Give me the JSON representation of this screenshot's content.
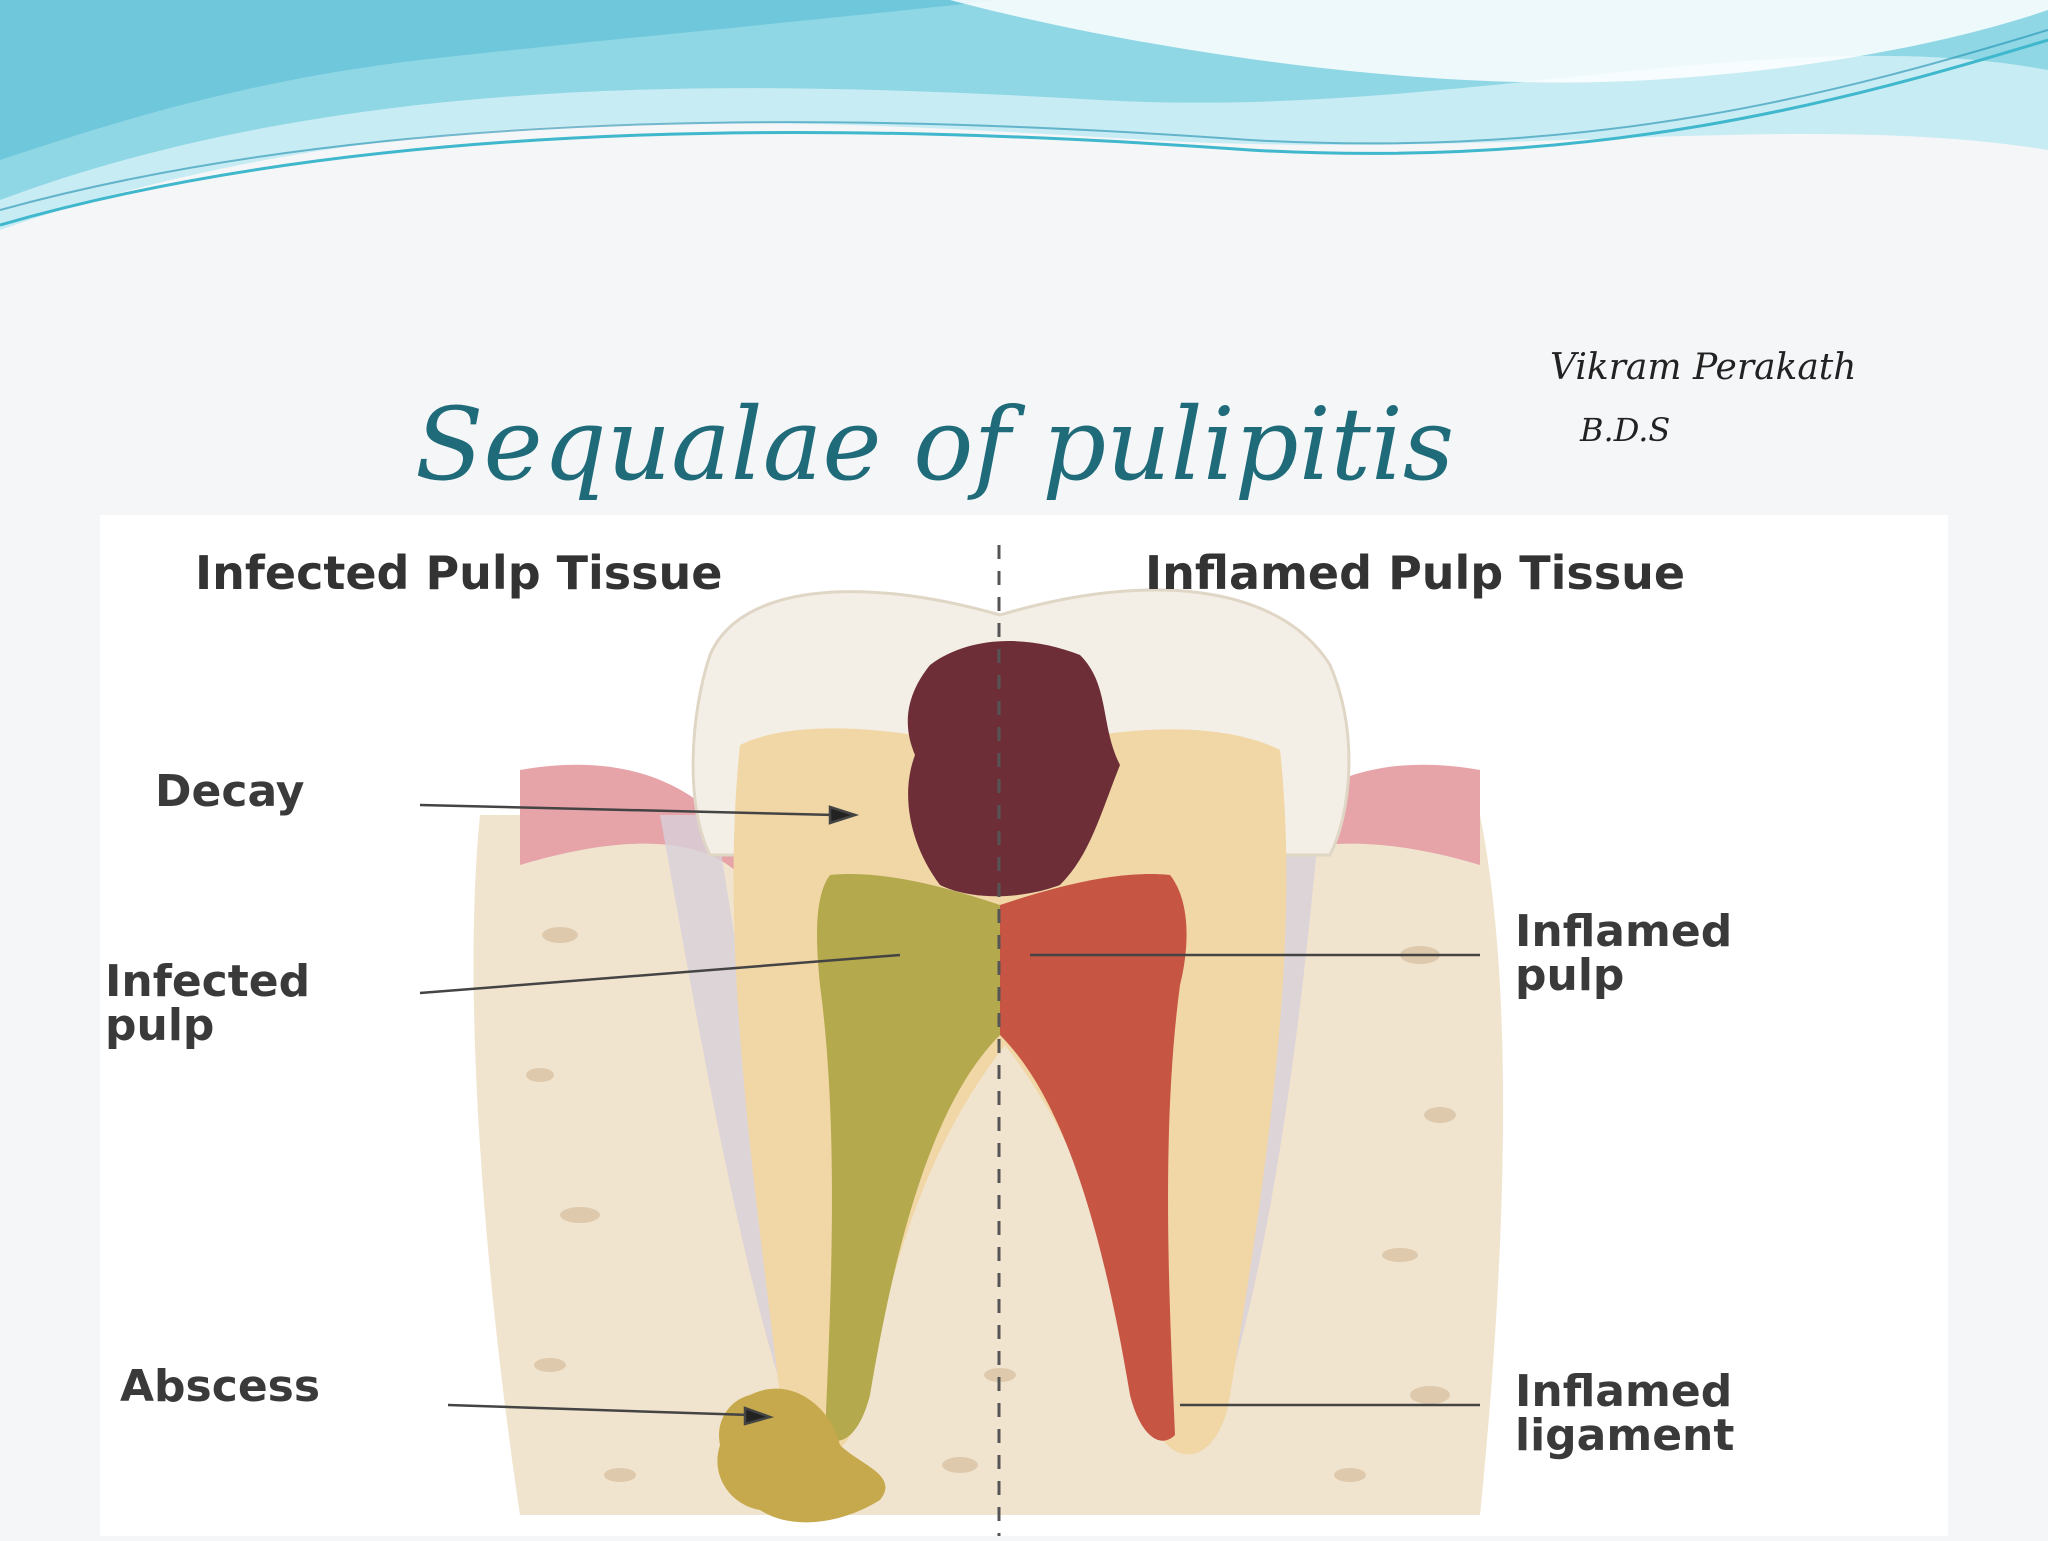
{
  "slide": {
    "title": "Sequalae of pulipitis",
    "author_name": "Vikram Perakath",
    "author_degree": "B.D.S"
  },
  "diagram": {
    "left_header": "Infected Pulp Tissue",
    "right_header": "Inflamed Pulp Tissue",
    "labels": {
      "decay": "Decay",
      "infected_pulp": "Infected\npulp",
      "abscess": "Abscess",
      "inflamed_pulp": "Inflamed\npulp",
      "inflamed_ligament": "Inflamed\nligament"
    }
  },
  "colors": {
    "title": "#1f6b7a",
    "banner_light": "#bfe8f0",
    "banner_dark": "#3fb7cc",
    "gum": "#e6a3a8",
    "bone": "#f1e4cf",
    "enamel": "#f4efe6",
    "dentin": "#f1d6a6",
    "decay": "#6e2e38",
    "infected_pulp": "#b4a94d",
    "inflamed_pulp": "#c75543"
  }
}
